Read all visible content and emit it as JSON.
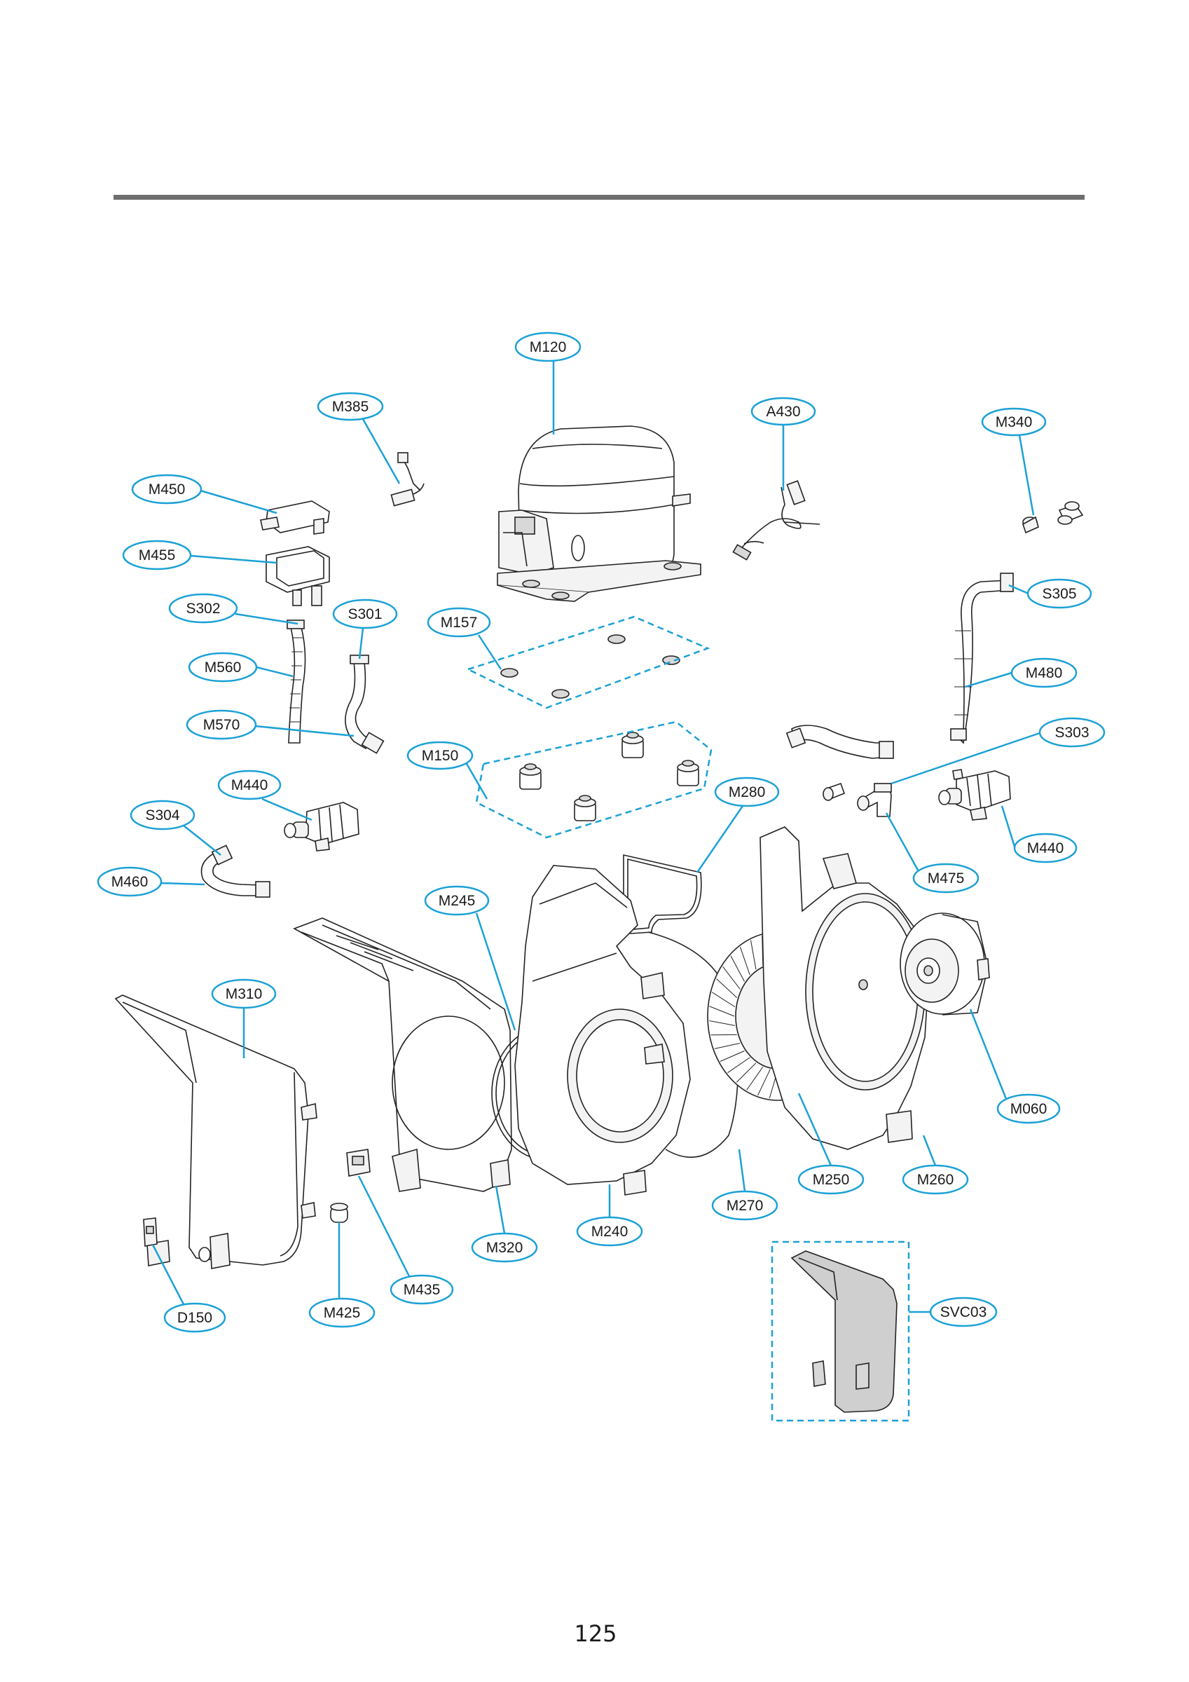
{
  "page": {
    "number": "125"
  },
  "callouts": [
    {
      "id": "M120",
      "label": "M120"
    },
    {
      "id": "M385",
      "label": "M385"
    },
    {
      "id": "A430",
      "label": "A430"
    },
    {
      "id": "M340",
      "label": "M340"
    },
    {
      "id": "M450",
      "label": "M450"
    },
    {
      "id": "M455",
      "label": "M455"
    },
    {
      "id": "S302",
      "label": "S302"
    },
    {
      "id": "S301",
      "label": "S301"
    },
    {
      "id": "M157",
      "label": "M157"
    },
    {
      "id": "S305",
      "label": "S305"
    },
    {
      "id": "M560",
      "label": "M560"
    },
    {
      "id": "M480",
      "label": "M480"
    },
    {
      "id": "M570",
      "label": "M570"
    },
    {
      "id": "S303",
      "label": "S303"
    },
    {
      "id": "M150",
      "label": "M150"
    },
    {
      "id": "M440a",
      "label": "M440"
    },
    {
      "id": "M280",
      "label": "M280"
    },
    {
      "id": "S304",
      "label": "S304"
    },
    {
      "id": "M440b",
      "label": "M440"
    },
    {
      "id": "M460",
      "label": "M460"
    },
    {
      "id": "M475",
      "label": "M475"
    },
    {
      "id": "M245",
      "label": "M245"
    },
    {
      "id": "M310",
      "label": "M310"
    },
    {
      "id": "M060",
      "label": "M060"
    },
    {
      "id": "M250",
      "label": "M250"
    },
    {
      "id": "M260",
      "label": "M260"
    },
    {
      "id": "M270",
      "label": "M270"
    },
    {
      "id": "M240",
      "label": "M240"
    },
    {
      "id": "M320",
      "label": "M320"
    },
    {
      "id": "M435",
      "label": "M435"
    },
    {
      "id": "D150",
      "label": "D150"
    },
    {
      "id": "M425",
      "label": "M425"
    },
    {
      "id": "SVC03",
      "label": "SVC03"
    }
  ],
  "colors": {
    "callout": "#1ba1d6",
    "rule": "#6e6e6e",
    "line_art": "#222222"
  }
}
